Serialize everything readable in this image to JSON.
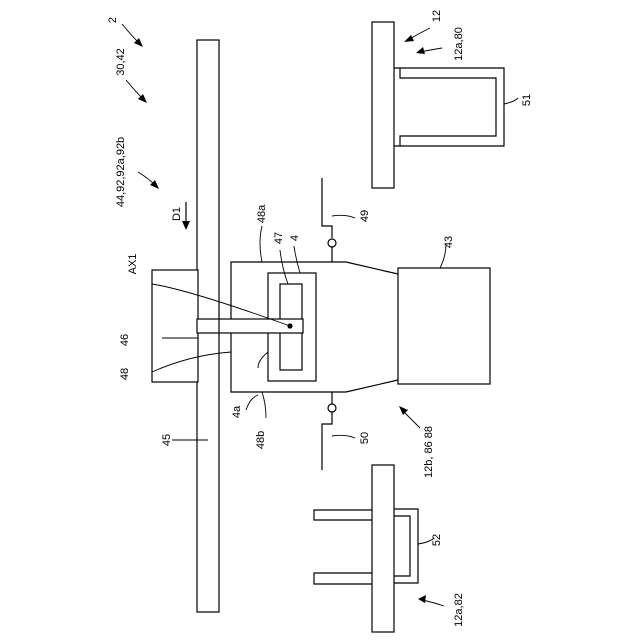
{
  "labels": {
    "ref_2": "2",
    "ref_30_42": "30,42",
    "ref_44_92": "44,92,92a,92b",
    "ref_12": "12",
    "ref_12a80": "12a,80",
    "ref_51": "51",
    "ref_d1": "D1",
    "ref_48a": "48a",
    "ref_47": "47",
    "ref_4": "4",
    "ref_49": "49",
    "ref_43": "43",
    "ref_ax1": "AX1",
    "ref_46": "46",
    "ref_48": "48",
    "ref_4a": "4a",
    "ref_48b": "48b",
    "ref_45": "45",
    "ref_50": "50",
    "ref_12b": "12b, 86 88",
    "ref_52": "52",
    "ref_12a82": "12a,82"
  }
}
